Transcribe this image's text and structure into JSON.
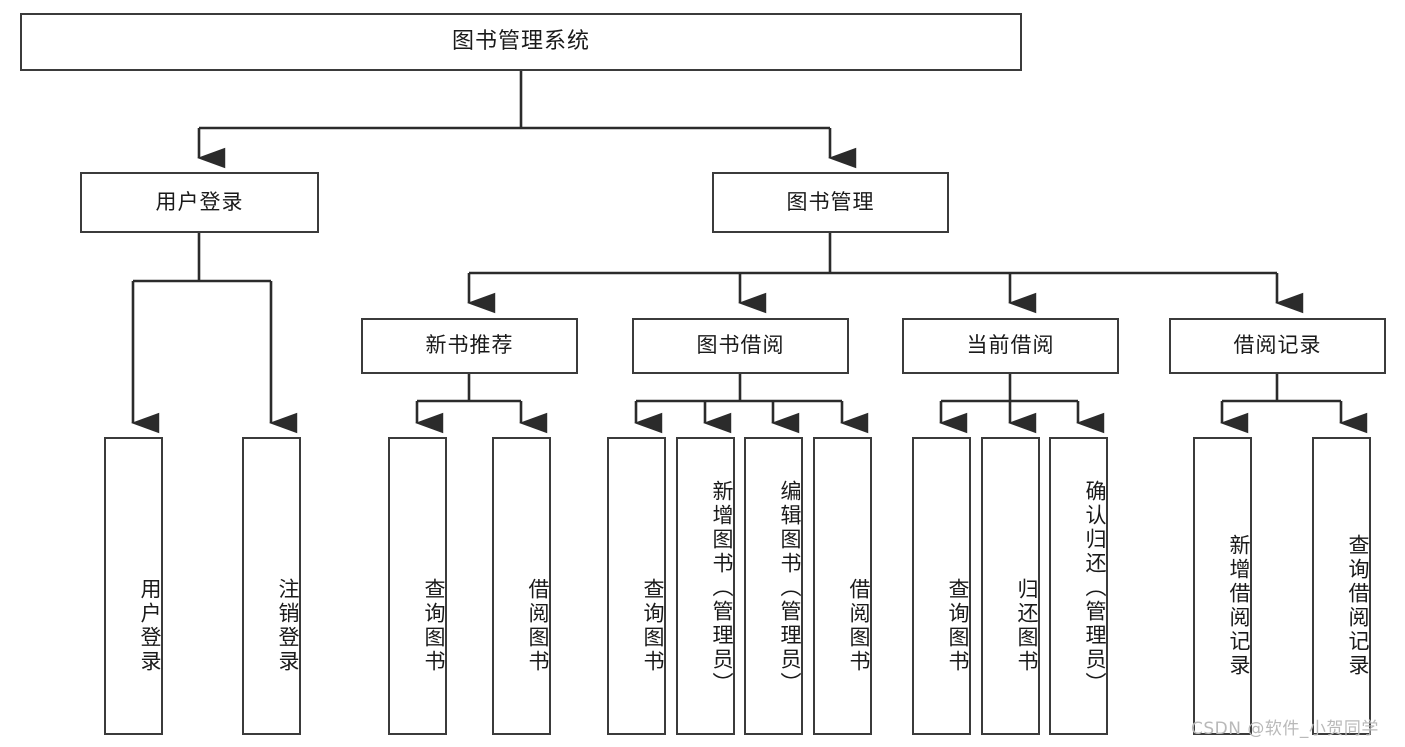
{
  "diagram": {
    "title": "图书管理系统",
    "type": "hierarchy-tree",
    "watermark": "CSDN @软件_小贺同学",
    "colors": {
      "box_border": "#3b3b3b",
      "box_fill": "#ffffff",
      "edge": "#2b2b2b",
      "text": "#1a1a1a",
      "watermark": "#b9b9b9",
      "background": "#ffffff"
    },
    "nodes": {
      "root": {
        "label": "图书管理系统"
      },
      "level2": [
        {
          "id": "user-login",
          "label": "用户登录"
        },
        {
          "id": "book-manage",
          "label": "图书管理"
        }
      ],
      "level3": [
        {
          "id": "new-book-recommend",
          "label": "新书推荐"
        },
        {
          "id": "book-borrow",
          "label": "图书借阅"
        },
        {
          "id": "current-borrow",
          "label": "当前借阅"
        },
        {
          "id": "borrow-record",
          "label": "借阅记录"
        }
      ],
      "leaves": {
        "user_login": [
          {
            "id": "leaf-user-login",
            "label": "用户登录"
          },
          {
            "id": "leaf-logout-login",
            "label": "注销登录"
          }
        ],
        "new_book_recommend": [
          {
            "id": "leaf-query-book-1",
            "label": "查询图书"
          },
          {
            "id": "leaf-borrow-book-1",
            "label": "借阅图书"
          }
        ],
        "book_borrow": [
          {
            "id": "leaf-query-book-2",
            "label": "查询图书"
          },
          {
            "id": "leaf-add-book",
            "label": "新增图书（管理员）"
          },
          {
            "id": "leaf-edit-book",
            "label": "编辑图书（管理员）"
          },
          {
            "id": "leaf-borrow-book-2",
            "label": "借阅图书"
          }
        ],
        "current_borrow": [
          {
            "id": "leaf-query-book-3",
            "label": "查询图书"
          },
          {
            "id": "leaf-return-book",
            "label": "归还图书"
          },
          {
            "id": "leaf-confirm-return",
            "label": "确认归还（管理员）"
          }
        ],
        "borrow_record": [
          {
            "id": "leaf-add-record",
            "label": "新增借阅记录"
          },
          {
            "id": "leaf-query-record",
            "label": "查询借阅记录"
          }
        ]
      }
    }
  }
}
